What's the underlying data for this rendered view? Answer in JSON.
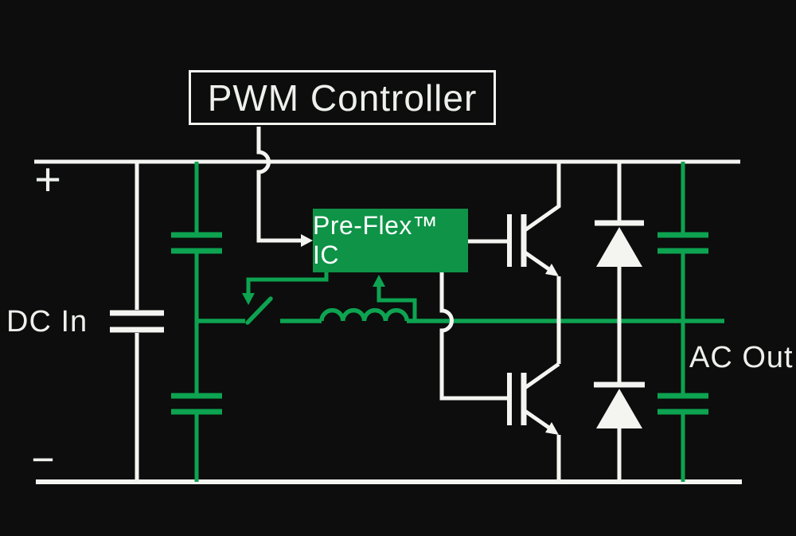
{
  "diagram": {
    "pwm_controller_label": "PWM Controller",
    "preflex_ic_label": "Pre-Flex™ IC",
    "dc_in_label": "DC In",
    "ac_out_label": "AC Out",
    "plus_label": "+",
    "minus_label": "−"
  },
  "colors": {
    "background": "#0c0d0c",
    "wire-white": "#f4f4f1",
    "wire-green": "#0da351",
    "ic-green": "#0e9347",
    "label-white": "#eef0ec"
  }
}
